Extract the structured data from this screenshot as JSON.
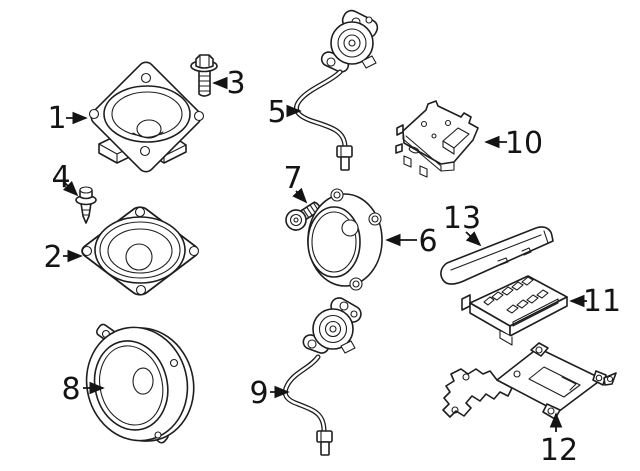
{
  "diagram": {
    "background_color": "#ffffff",
    "line_color": "#1e1e1e",
    "label_color": "#141414",
    "callouts": [
      {
        "label": "1"
      },
      {
        "label": "2"
      },
      {
        "label": "3"
      },
      {
        "label": "4"
      },
      {
        "label": "5"
      },
      {
        "label": "6"
      },
      {
        "label": "7"
      },
      {
        "label": "8"
      },
      {
        "label": "9"
      },
      {
        "label": "10"
      },
      {
        "label": "11"
      },
      {
        "label": "12"
      },
      {
        "label": "13"
      }
    ]
  }
}
